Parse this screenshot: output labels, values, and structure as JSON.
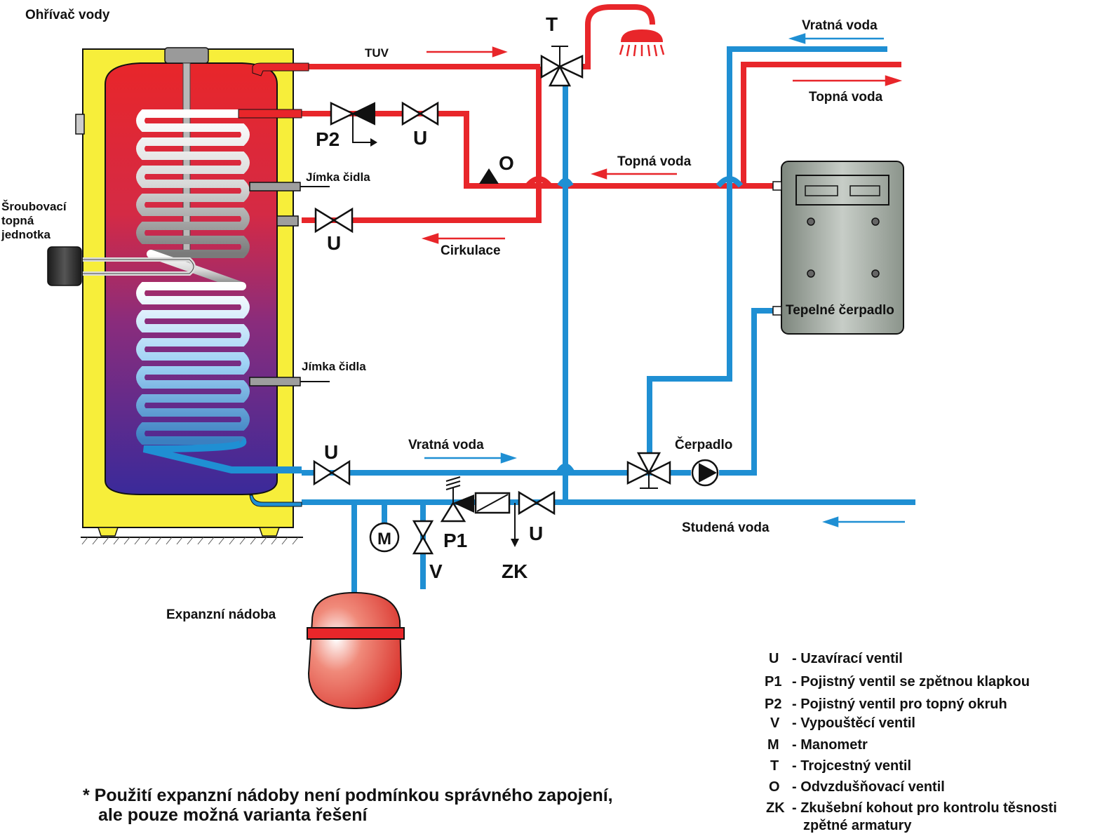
{
  "labels": {
    "heater_title": "Ohřívač vody",
    "screw_unit": [
      "Šroubovací",
      "topná",
      "jednotka"
    ],
    "sensor_well_top": "Jímka čidla",
    "sensor_well_bottom": "Jímka čidla",
    "tuv": "TUV",
    "cirkulace": "Cirkulace",
    "topna_voda_mid": "Topná voda",
    "vratna_voda_top": "Vratná voda",
    "topna_voda_top": "Topná voda",
    "vratna_voda_bottom": "Vratná voda",
    "studena_voda": "Studená voda",
    "cerpadlo": "Čerpadlo",
    "tepelne_cerpadlo": "Tepelné čerpadlo",
    "expanzni_nadoba": "Expanzní nádoba"
  },
  "symbols": {
    "T": "T",
    "P2": "P2",
    "P1": "P1",
    "U1": "U",
    "U2": "U",
    "U3": "U",
    "U4": "U",
    "O": "O",
    "M": "M",
    "V": "V",
    "ZK": "ZK"
  },
  "legend": [
    {
      "code": "U",
      "desc": "- Uzavírací ventil"
    },
    {
      "code": "P1",
      "desc": "- Pojistný ventil se zpětnou klapkou"
    },
    {
      "code": "P2",
      "desc": "- Pojistný ventil pro topný okruh"
    },
    {
      "code": "V",
      "desc": "- Vypouštěcí ventil"
    },
    {
      "code": "M",
      "desc": "- Manometr"
    },
    {
      "code": "T",
      "desc": "- Trojcestný ventil"
    },
    {
      "code": "O",
      "desc": "- Odvzdušňovací ventil"
    },
    {
      "code": "ZK",
      "desc": "- Zkušební kohout pro kontrolu těsnosti",
      "desc2": "zpětné armatury"
    }
  ],
  "footnote": [
    "* Použití expanzní nádoby není podmínkou správného zapojení,",
    "ale pouze možná varianta řešení"
  ],
  "colors": {
    "hot": "#e8262a",
    "cold": "#1f8fd3",
    "casing": "#f7ee3a",
    "heat_pump": "#9aa39a"
  }
}
